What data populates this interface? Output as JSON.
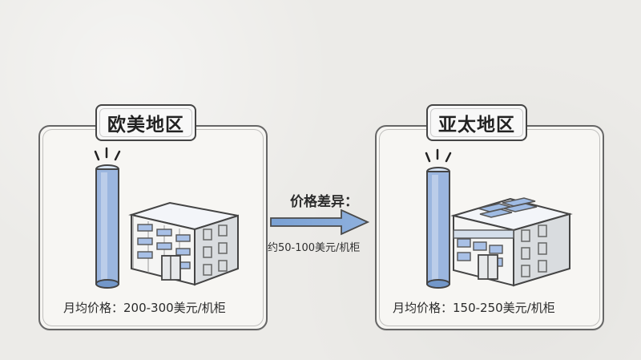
{
  "left_panel": {
    "title": "欧美地区",
    "price": "月均价格：200-300美元/机柜"
  },
  "middle": {
    "title": "价格差异：",
    "value": "约50-100美元/机柜"
  },
  "right_panel": {
    "title": "亚太地区",
    "price": "月均价格：150-250美元/机柜"
  },
  "colors": {
    "background": "#ecebe8",
    "panel": "#f7f6f3",
    "line": "#444444",
    "accent_blue": "#7fa1cf",
    "light_blue": "#b9cde8"
  },
  "icons": {
    "left_cylinder": "tall-cylinder-icon",
    "left_building": "building-icon",
    "right_cylinder": "tall-cylinder-icon",
    "right_building": "building-icon",
    "middle_arrow": "right-arrow-icon"
  }
}
